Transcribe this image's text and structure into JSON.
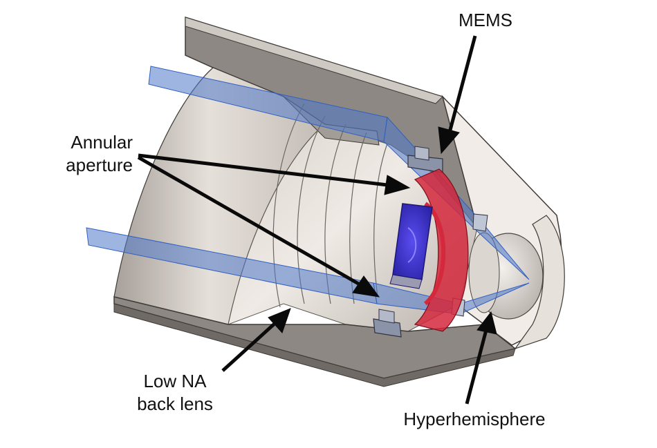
{
  "labels": {
    "mems": "MEMS",
    "annular_line1": "Annular",
    "annular_line2": "aperture",
    "low_na_line1": "Low NA",
    "low_na_line2": "back lens",
    "hyperhemisphere": "Hyperhemisphere"
  },
  "colors": {
    "housing_face": "#8a8580",
    "housing_inner": "#c9c2bc",
    "housing_light": "#e9e4df",
    "beam": "#4f78c9",
    "mems_red": "#d4283c",
    "mems_blue": "#3f35d6",
    "arrow": "#0a0a0a"
  }
}
